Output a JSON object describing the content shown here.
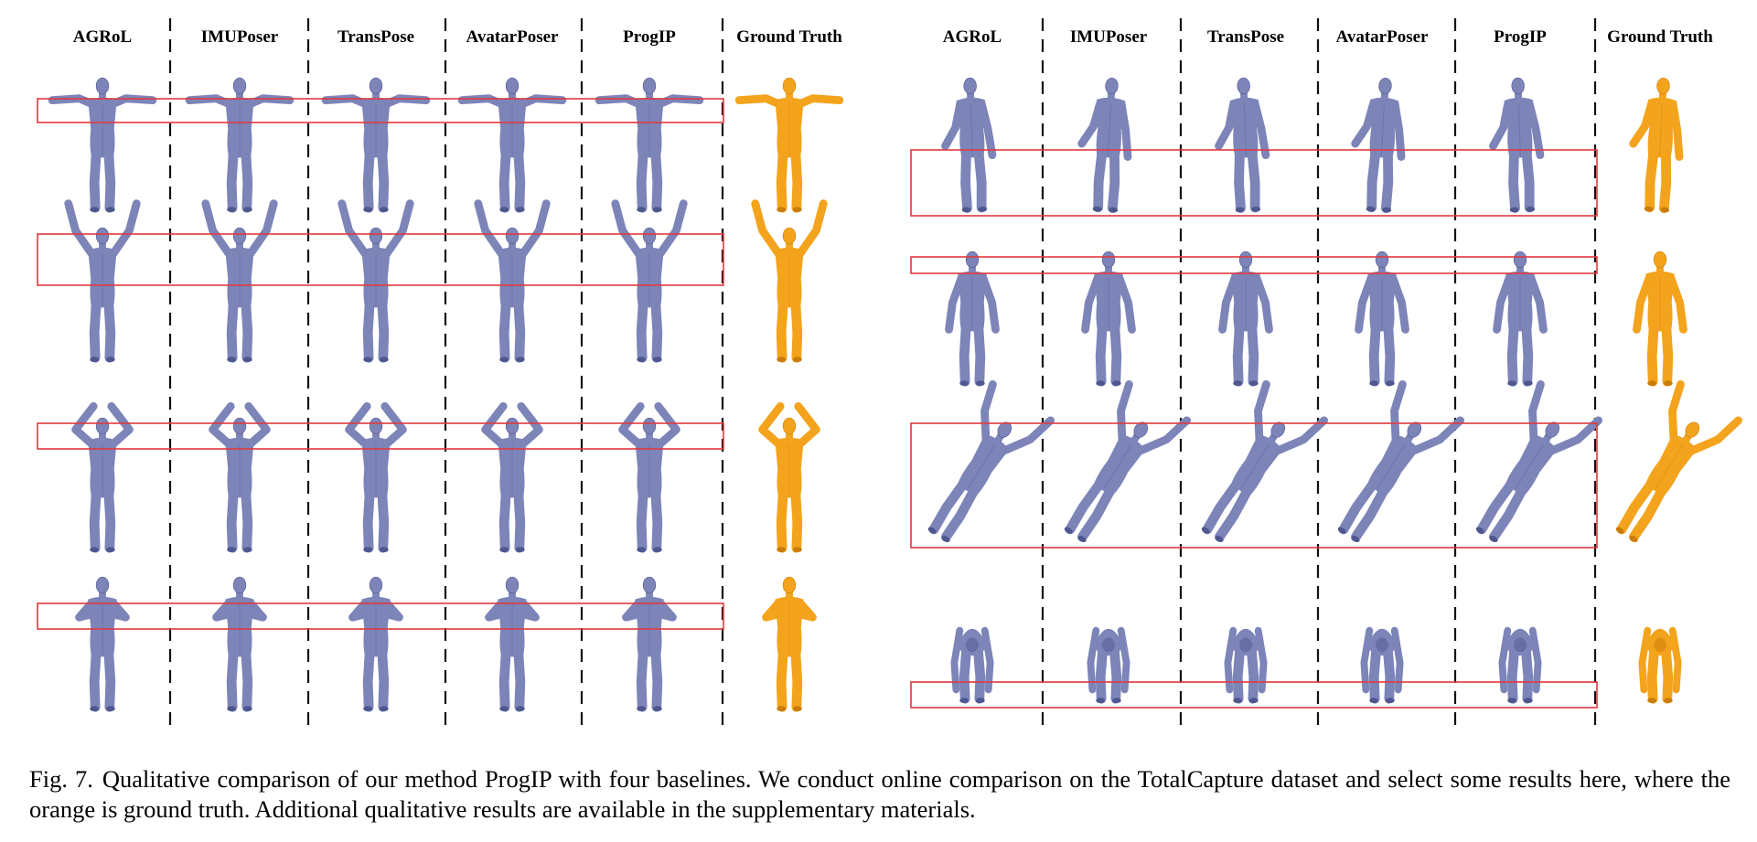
{
  "figure": {
    "panels": [
      {
        "headers": [
          "AGRoL",
          "IMUPoser",
          "TransPose",
          "AvatarPoser",
          "ProgIP",
          "Ground Truth"
        ]
      },
      {
        "headers": [
          "AGRoL",
          "IMUPoser",
          "TransPose",
          "AvatarPoser",
          "ProgIP",
          "Ground Truth"
        ]
      }
    ],
    "colors": {
      "prediction": "#7c84b8",
      "prediction_dark": "#4f5790",
      "ground_truth": "#f3a31c",
      "ground_truth_dark": "#c97d08",
      "highlight_box": "#e0393e",
      "divider": "#111111"
    }
  },
  "caption": {
    "label": "Fig. 7.",
    "text": "Qualitative comparison of our method ProgIP with four baselines. We conduct online comparison on the TotalCapture dataset and select some results here, where the orange is ground truth. Additional qualitative results are available in the supplementary materials."
  }
}
